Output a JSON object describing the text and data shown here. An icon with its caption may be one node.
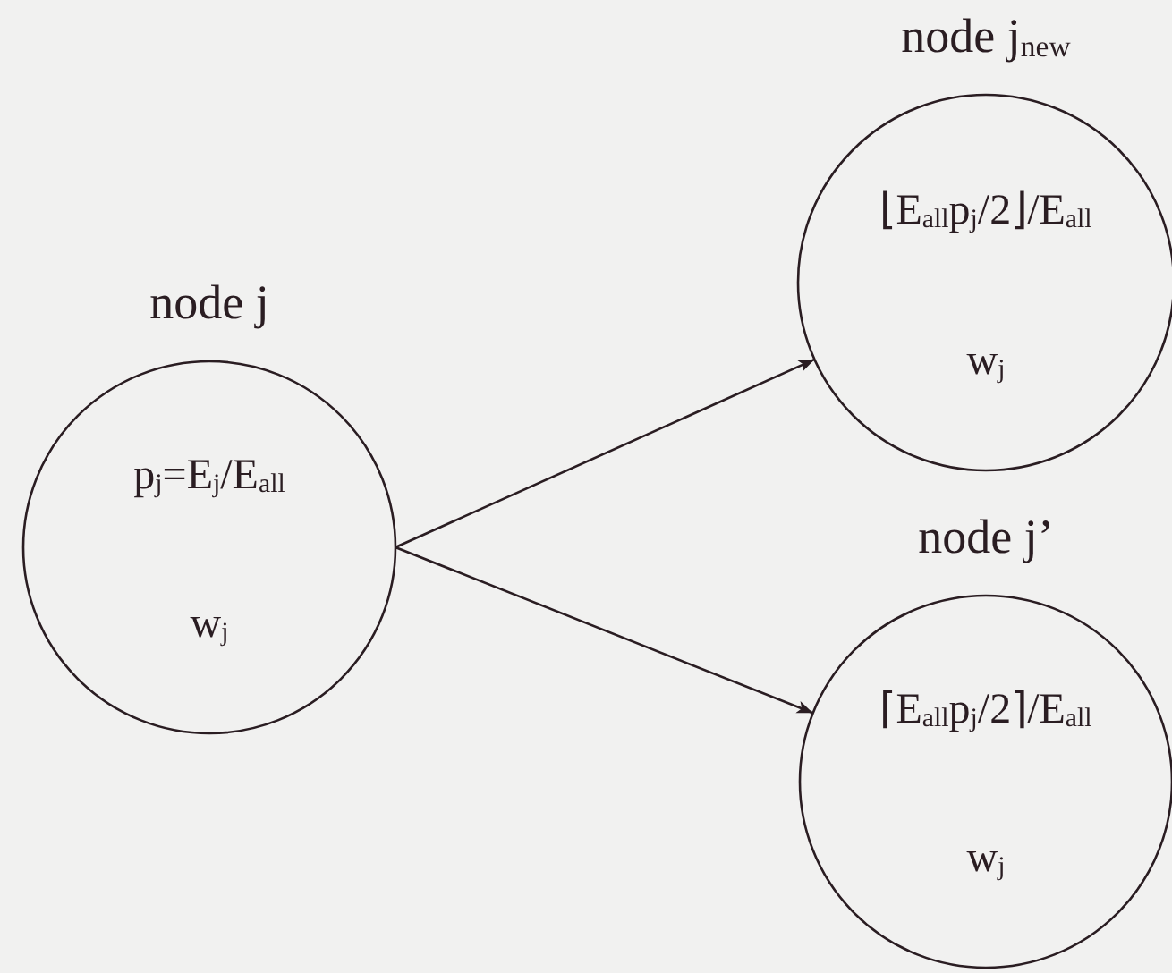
{
  "diagram": {
    "nodes": [
      {
        "text": [
          "node j",
          "p$_{j}$=E$_{j}$/E$_{all}$",
          "w$_{j}$"
        ]
      },
      {
        "text": [
          "node j$_{new}$",
          "⌊E$_{all}$p$_{j}$/2⌋/E$_{all}$",
          "w$_{j}$"
        ]
      },
      {
        "text": [
          "node j’",
          "⌈E$_{all}$p$_{j}$/2⌉/E$_{all}$",
          "w$_{j}$"
        ]
      }
    ],
    "edges": [
      {
        "from": 0,
        "to": 1,
        "arrow": "to"
      },
      {
        "from": 0,
        "to": 2,
        "arrow": "to"
      }
    ]
  }
}
